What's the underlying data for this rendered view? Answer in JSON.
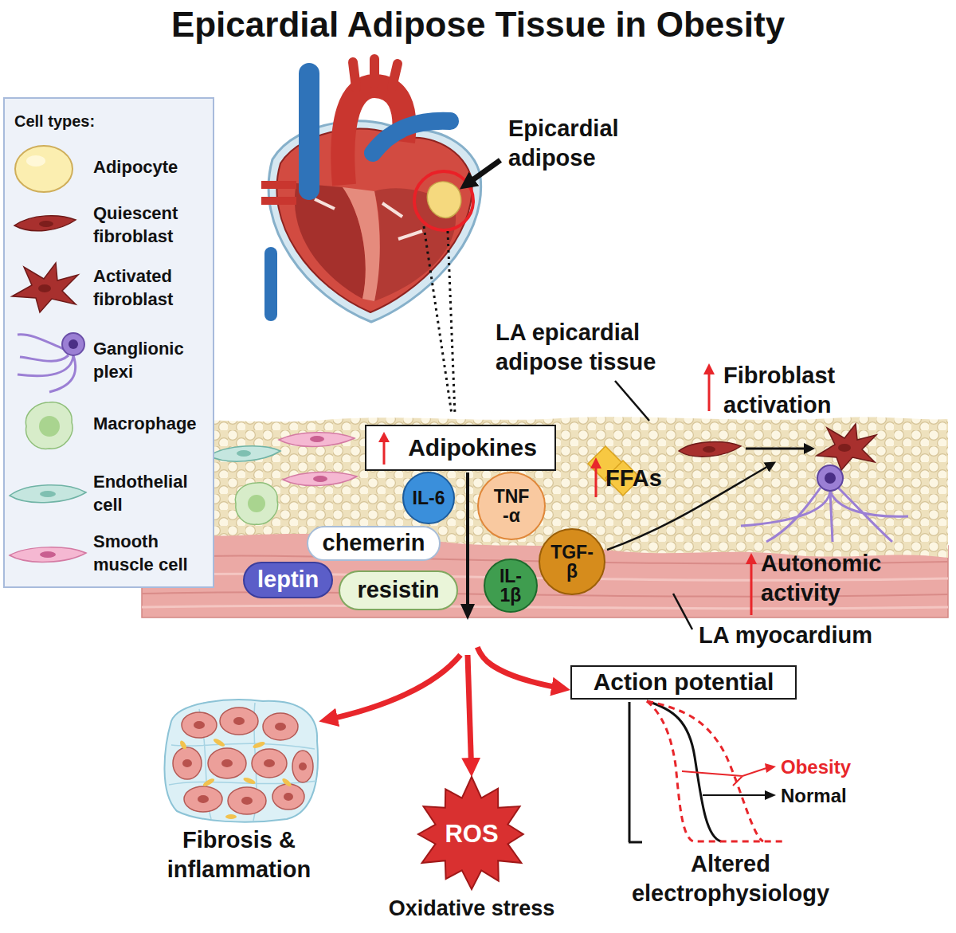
{
  "diagram": {
    "title": "Epicardial Adipose Tissue in Obesity",
    "nodes": [
      {
        "text": [
          "Adipokines"
        ]
      },
      {
        "text": [
          "IL-6"
        ]
      },
      {
        "text": [
          "TNF -α"
        ]
      },
      {
        "text": [
          "FFAs"
        ]
      },
      {
        "text": [
          "chemerin"
        ]
      },
      {
        "text": [
          "TGF- β"
        ]
      },
      {
        "text": [
          "leptin"
        ]
      },
      {
        "text": [
          "IL- 1β"
        ]
      },
      {
        "text": [
          "resistin"
        ]
      },
      {
        "text": [
          "Action potential"
        ]
      },
      {
        "text": [
          "ROS",
          "Oxidative stress"
        ]
      }
    ],
    "edges": [
      {
        "from": 0,
        "to": 10,
        "arrow": "to"
      },
      {
        "from": 0,
        "to": 9,
        "arrow": "to"
      }
    ],
    "labels": [
      "Cell types:",
      "Epicardial adipose",
      "LA epicardial adipose tissue",
      "Fibroblast activation",
      "Autonomic activity",
      "LA myocardium",
      "Fibrosis & inflammation",
      "Obesity",
      "Normal",
      "Altered electrophysiology"
    ],
    "legend": [
      {
        "text": "Adipocyte"
      },
      {
        "text": "Quiescent fibroblast"
      },
      {
        "text": "Activated fibroblast"
      },
      {
        "text": "Ganglionic plexi"
      },
      {
        "text": "Macrophage"
      },
      {
        "text": "Endothelial cell"
      },
      {
        "text": "Smooth muscle cell"
      }
    ]
  }
}
